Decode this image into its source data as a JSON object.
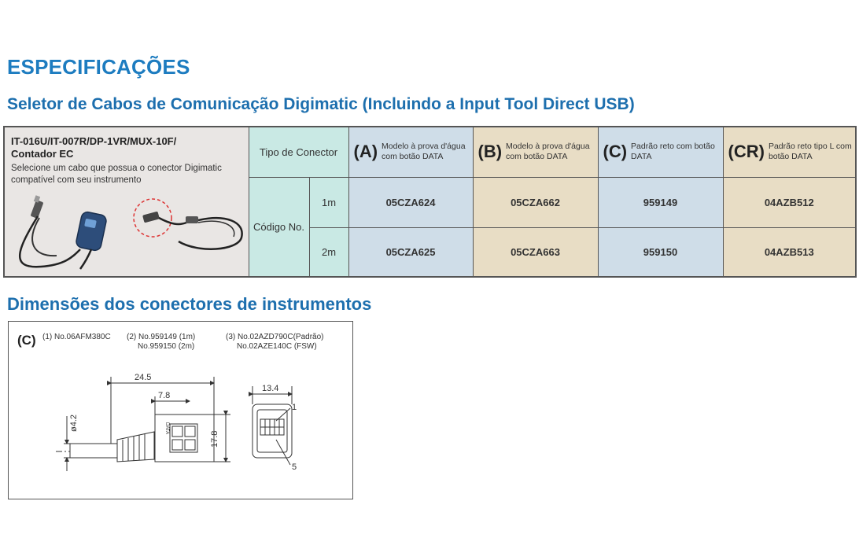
{
  "headings": {
    "main": "ESPECIFICAÇÕES",
    "sub": "Seletor de Cabos de Comunicação Digimatic (Incluindo a Input Tool Direct USB)",
    "dimensions": "Dimensões dos conectores de instrumentos"
  },
  "cable_panel": {
    "title_line1": "IT-016U/IT-007R/DP-1VR/MUX-10F/",
    "title_line2": "Contador EC",
    "desc_line1": "Selecione um cabo que possua o conector Digimatic",
    "desc_line2": "compatível com seu instrumento"
  },
  "table": {
    "connector_type_label": "Tipo de Conector",
    "code_label": "Código No.",
    "lengths": [
      "1m",
      "2m"
    ],
    "columns": [
      {
        "letter": "(A)",
        "desc1": "Modelo à prova d'água",
        "desc2": "com botão DATA",
        "codes": [
          "05CZA624",
          "05CZA625"
        ],
        "color": "#cfdde8"
      },
      {
        "letter": "(B)",
        "desc1": "Modelo à prova d'água",
        "desc2": "com botão DATA",
        "codes": [
          "05CZA662",
          "05CZA663"
        ],
        "color": "#e8ddc5"
      },
      {
        "letter": "(C)",
        "desc1": "Padrão reto com botão",
        "desc2": "DATA",
        "codes": [
          "959149",
          "959150"
        ],
        "color": "#cfdde8"
      },
      {
        "letter": "(CR)",
        "desc1": "Padrão reto tipo L com",
        "desc2": "botão DATA",
        "codes": [
          "04AZB512",
          "04AZB513"
        ],
        "color": "#e8ddc5"
      }
    ]
  },
  "drawing": {
    "label": "(C)",
    "note1": "(1) No.06AFM380C",
    "note2_line1": "(2) No.959149 (1m)",
    "note2_line2": "No.959150 (2m)",
    "note3_line1": "(3) No.02AZD790C(Padrão)",
    "note3_line2": "No.02AZE140C (FSW)",
    "dim_24_5": "24.5",
    "dim_7_8": "7.8",
    "dim_d4_2": "ø4.2",
    "dim_17_8": "17.8",
    "dim_13_4": "13.4",
    "callout_1": "1",
    "callout_5": "5",
    "data_mark": "DATA"
  },
  "colors": {
    "heading_blue": "#1d7cc0",
    "teal": "#c9e9e4",
    "blue": "#cfdde8",
    "tan": "#e8ddc5",
    "gray": "#e9e6e4"
  }
}
